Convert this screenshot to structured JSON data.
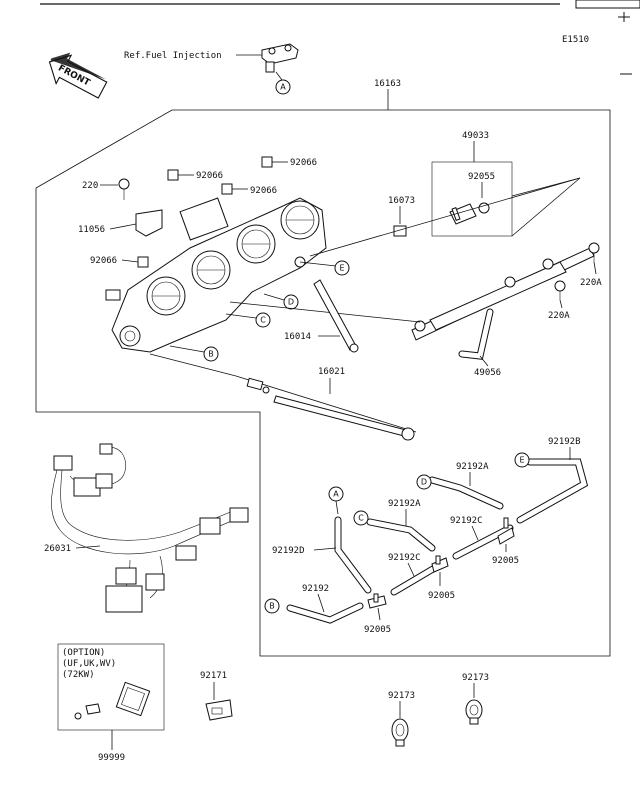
{
  "diagram_code": "E1510",
  "ref_note": "Ref.Fuel Injection",
  "front_arrow_text": "FRONT",
  "parts": {
    "p16163": "16163",
    "p49033": "49033",
    "p92055": "92055",
    "p16073": "16073",
    "p220": "220",
    "p11056": "11056",
    "p92066_a": "92066",
    "p92066_b": "92066",
    "p92066_c": "92066",
    "p92066_d": "92066",
    "p220A_a": "220A",
    "p220A_b": "220A",
    "p16014": "16014",
    "p49056": "49056",
    "p16021": "16021",
    "p26031": "26031",
    "p92192B": "92192B",
    "p92192A_a": "92192A",
    "p92192A_b": "92192A",
    "p92192C_a": "92192C",
    "p92192C_b": "92192C",
    "p92192D": "92192D",
    "p92192": "92192",
    "p92005_a": "92005",
    "p92005_b": "92005",
    "p92005_c": "92005",
    "p92171": "92171",
    "p92173_a": "92173",
    "p92173_b": "92173",
    "p99999": "99999"
  },
  "callouts": {
    "A": "A",
    "B": "B",
    "C": "C",
    "D": "D",
    "E": "E",
    "A2": "A",
    "B2": "B",
    "C2": "C",
    "D2": "D",
    "E2": "E"
  },
  "option_box": {
    "line1": "(OPTION)",
    "line2": "(UF,UK,WV)",
    "line3": "(72KW)"
  }
}
